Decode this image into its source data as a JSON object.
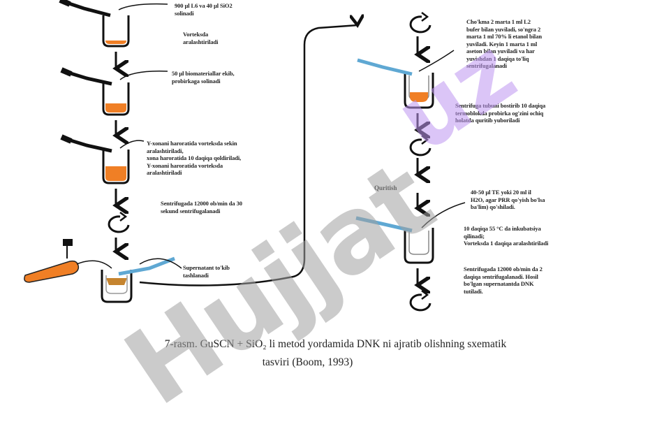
{
  "steps_left": [
    {
      "lines": [
        "900 µl L6 va 40 µl SiO2",
        "solinadi"
      ]
    },
    {
      "lines": [
        "Vorteksda",
        "aralashtiriladi"
      ]
    },
    {
      "lines": [
        "50 µl biomateriallar ekib,",
        "probirkaga solinadi"
      ]
    },
    {
      "lines": [
        "Y-xonani haroratida vorteksda sekin",
        "aralashtiriladi,",
        "xona haroratida 10 daqiqa qoldiriladi,",
        "Y-xonani haroratida vorteksda",
        "aralashtiriladi"
      ]
    },
    {
      "lines": [
        "Sentrifugada 12000 ob/min da 30",
        "sekund sentrifugalanadi"
      ]
    },
    {
      "lines": [
        "Supernatant to'kib",
        "tashlanadi"
      ]
    }
  ],
  "steps_right": [
    {
      "lines": [
        "Cho'kma 2 marta 1 ml L2",
        "bufer bilan yuviladi, so'ngra 2",
        "marta 1 ml 70% li etanol bilan",
        "yuviladi. Keyin 1 marta 1 ml",
        "aseton bilan yuviladi va har",
        "yuvishdan 1 daqiqa to'liq",
        "sentrifugalanadi"
      ]
    },
    {
      "lines": [
        "Sentrifuga tubuni bostirib 10 daqiqa",
        "termoblokda probirka og'zini ochiq",
        "holatda quritib yuboriladi"
      ]
    },
    {
      "lines": [
        "Quritish"
      ]
    },
    {
      "lines": [
        "40-50 µl TE yoki 20 ml il",
        "H2O, agar PRR qo'yish bo'lsa",
        "ba'lim) qo'shiladi."
      ]
    },
    {
      "lines": [
        "10 daqiqa 55 °C da inkubatsiya",
        "qilinadi;",
        "Vorteksda 1 daqiqa aralashtiriladi"
      ]
    },
    {
      "lines": [
        "Sentrifugada 12000 ob/min da 2",
        "daqiqa sentrifugalanadi. Hosil",
        "bo'lgan supernatantda DNK",
        "tutiladi."
      ]
    }
  ],
  "caption": {
    "line1": "7-rasm. GuSCN + SiO₂ li metod yordamida DNK ni ajratib olishning sxematik",
    "line2": "tasviri (Boom, 1993)"
  },
  "watermark": {
    "main": "Hujjat",
    "small": "uz"
  },
  "colors": {
    "liquid": "#f07f25",
    "arrow": "#111111",
    "pipette_blue": "#5fa8d3",
    "watermark_gray": "#9a9a9a",
    "watermark_purple": "#c9a3ff"
  }
}
